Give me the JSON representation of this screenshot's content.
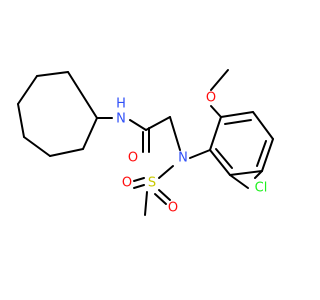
{
  "molecule": {
    "atoms": {
      "amide_n": {
        "symbol": "N",
        "hydrogen": "H",
        "color": "#3050F8"
      },
      "amide_o": {
        "symbol": "O",
        "color": "#FF0D0D"
      },
      "sulfonamide_n": {
        "symbol": "N",
        "color": "#3050F8"
      },
      "sulfur": {
        "symbol": "S",
        "color": "#C8C800"
      },
      "sulfonyl_o1": {
        "symbol": "O",
        "color": "#FF0D0D"
      },
      "sulfonyl_o2": {
        "symbol": "O",
        "color": "#FF0D0D"
      },
      "methoxy_o": {
        "symbol": "O",
        "color": "#FF0D0D"
      },
      "chlorine": {
        "symbol": "Cl",
        "color": "#1FF01F"
      }
    }
  }
}
